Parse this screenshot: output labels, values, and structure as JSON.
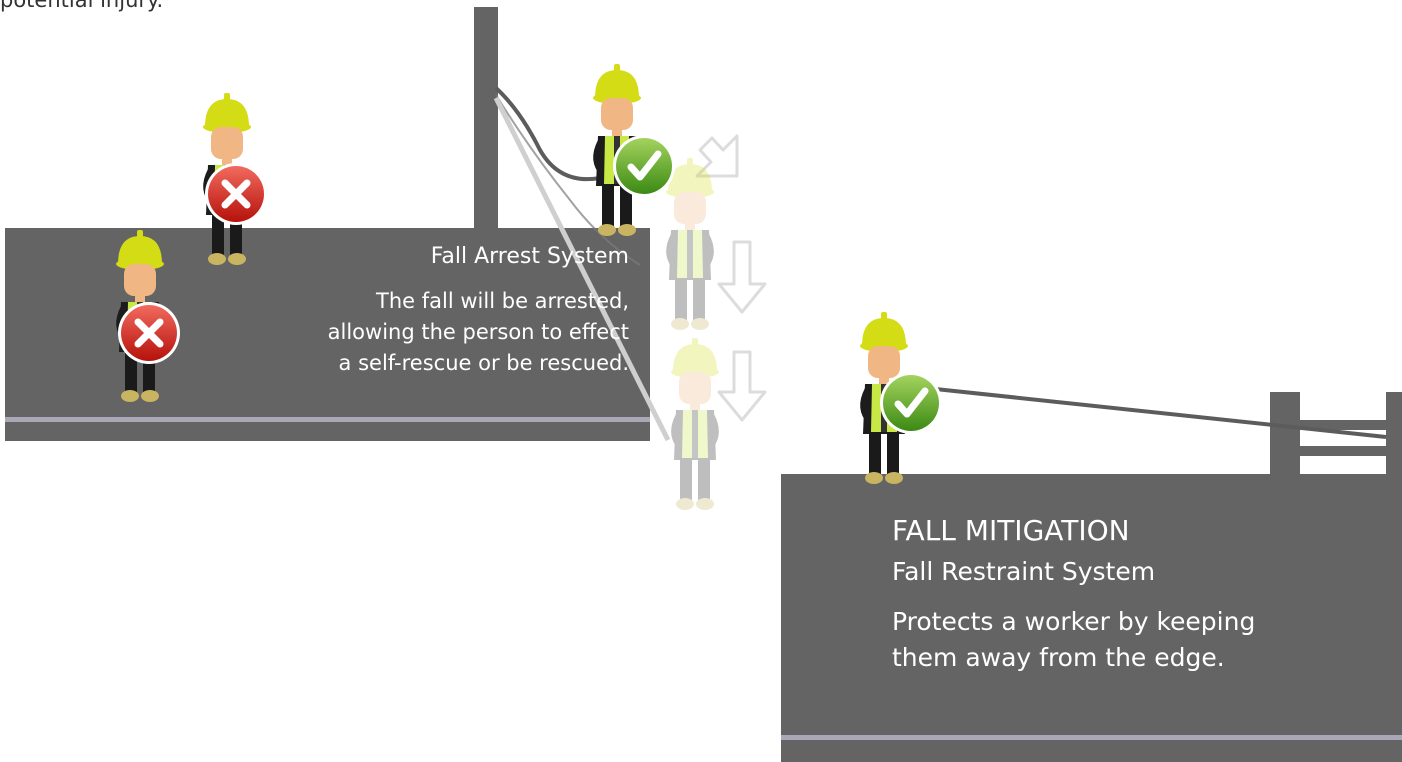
{
  "top_fragment": "potential injury.",
  "arrest_panel": {
    "title": "Fall Arrest System",
    "description_lines": [
      "The fall will be arrested,",
      "allowing the person to effect",
      "a self-rescue or be rescued."
    ]
  },
  "restraint_panel": {
    "heading": "FALL MITIGATION",
    "title": "Fall Restraint System",
    "description_lines": [
      "Protects a worker by keeping",
      "them away from the edge."
    ]
  },
  "colors": {
    "platform": "#646464",
    "platform_stripe": "#a9a8b6",
    "hard_hat": "#d4dc16",
    "skin": "#f0b785",
    "vest": "#c8e845",
    "pants": "#1a1a1a",
    "shoes": "#c9b461",
    "ok_badge": "#5fa62a",
    "bad_badge": "#d8261e"
  },
  "icons": [
    "worker-icon",
    "cross-badge-icon",
    "check-badge-icon",
    "fall-arrow-icon"
  ]
}
